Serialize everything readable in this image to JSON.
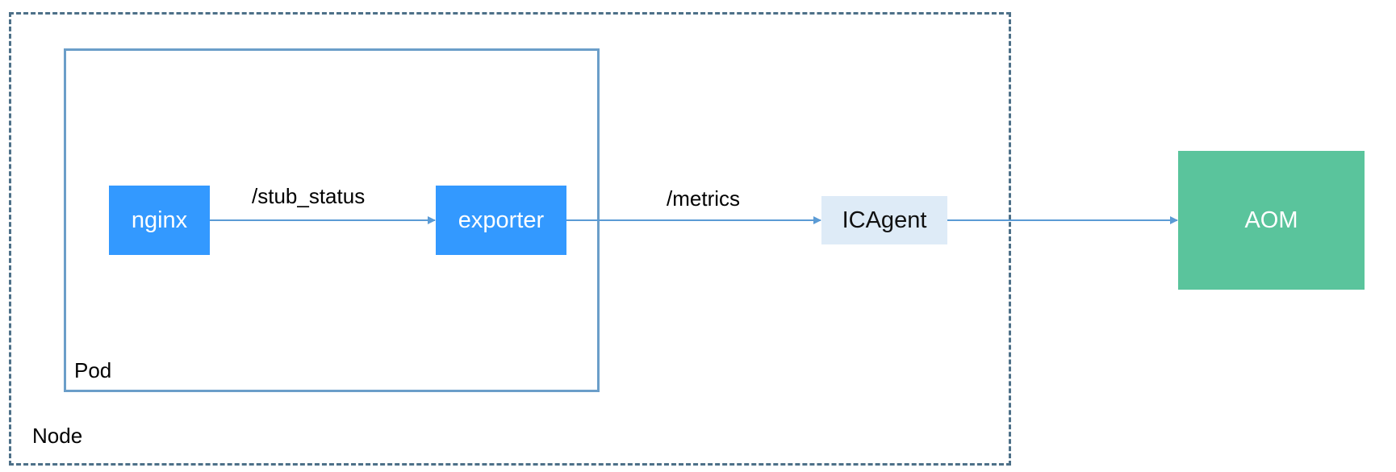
{
  "diagram": {
    "node": {
      "label": "Node"
    },
    "pod": {
      "label": "Pod"
    },
    "boxes": {
      "nginx": "nginx",
      "exporter": "exporter",
      "icagent": "ICAgent",
      "aom": "AOM"
    },
    "edges": {
      "nginx_to_exporter": "/stub_status",
      "exporter_to_icagent": "/metrics"
    },
    "colors": {
      "container_blue": "#3399ff",
      "agent_bg": "#deebf7",
      "aom_green": "#5ac49c",
      "arrow": "#5b9bd5",
      "node_border": "#4d7088",
      "pod_border": "#6b9ec9"
    }
  }
}
